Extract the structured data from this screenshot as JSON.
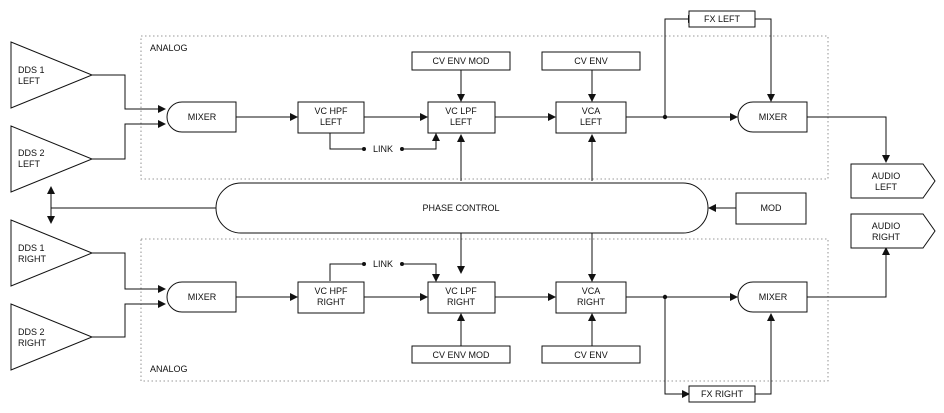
{
  "regions": {
    "analog_top": "ANALOG",
    "analog_bottom": "ANALOG"
  },
  "sources": {
    "dds1_left": [
      "DDS 1",
      "LEFT"
    ],
    "dds2_left": [
      "DDS 2",
      "LEFT"
    ],
    "dds1_right": [
      "DDS 1",
      "RIGHT"
    ],
    "dds2_right": [
      "DDS 2",
      "RIGHT"
    ]
  },
  "blocks": {
    "mixer": "MIXER",
    "vc_hpf_left": [
      "VC HPF",
      "LEFT"
    ],
    "vc_lpf_left": [
      "VC LPF",
      "LEFT"
    ],
    "vca_left": [
      "VCA",
      "LEFT"
    ],
    "vc_hpf_right": [
      "VC HPF",
      "RIGHT"
    ],
    "vc_lpf_right": [
      "VC LPF",
      "RIGHT"
    ],
    "vca_right": [
      "VCA",
      "RIGHT"
    ],
    "cv_env_mod": "CV ENV MOD",
    "cv_env": "CV ENV",
    "link": "LINK",
    "fx_left": "FX LEFT",
    "fx_right": "FX RIGHT",
    "phase_control": "PHASE CONTROL",
    "mod": "MOD"
  },
  "outputs": {
    "audio_left": [
      "AUDIO",
      "LEFT"
    ],
    "audio_right": [
      "AUDIO",
      "RIGHT"
    ]
  }
}
